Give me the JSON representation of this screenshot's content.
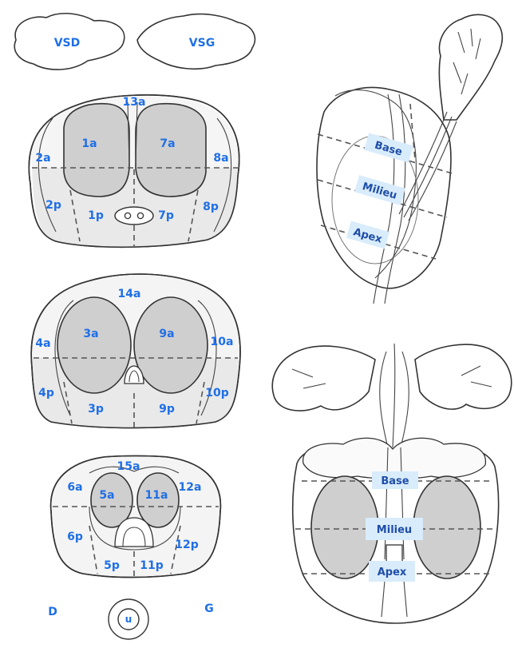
{
  "vesicles": {
    "right": "VSD",
    "left": "VSG"
  },
  "base_section": {
    "labels": {
      "13a": "13a",
      "1a": "1a",
      "7a": "7a",
      "2a": "2a",
      "8a": "8a",
      "2p": "2p",
      "1p": "1p",
      "7p": "7p",
      "8p": "8p"
    }
  },
  "mid_section": {
    "labels": {
      "14a": "14a",
      "3a": "3a",
      "9a": "9a",
      "4a": "4a",
      "10a": "10a",
      "4p": "4p",
      "3p": "3p",
      "9p": "9p",
      "10p": "10p"
    }
  },
  "apex_section": {
    "labels": {
      "15a": "15a",
      "6a": "6a",
      "5a": "5a",
      "11a": "11a",
      "12a": "12a",
      "6p": "6p",
      "12p": "12p",
      "5p": "5p",
      "11p": "11p"
    }
  },
  "orientation": {
    "right_side": "D",
    "left_side": "G",
    "urethra": "u"
  },
  "sagittal_view": {
    "base": "Base",
    "milieu": "Milieu",
    "apex": "Apex"
  },
  "coronal_view": {
    "base": "Base",
    "milieu": "Milieu",
    "apex": "Apex"
  },
  "colors": {
    "label_blue": "#1f6fe6",
    "zone_grey": "#cfcfcf",
    "highlight": "#d9ecfb"
  }
}
